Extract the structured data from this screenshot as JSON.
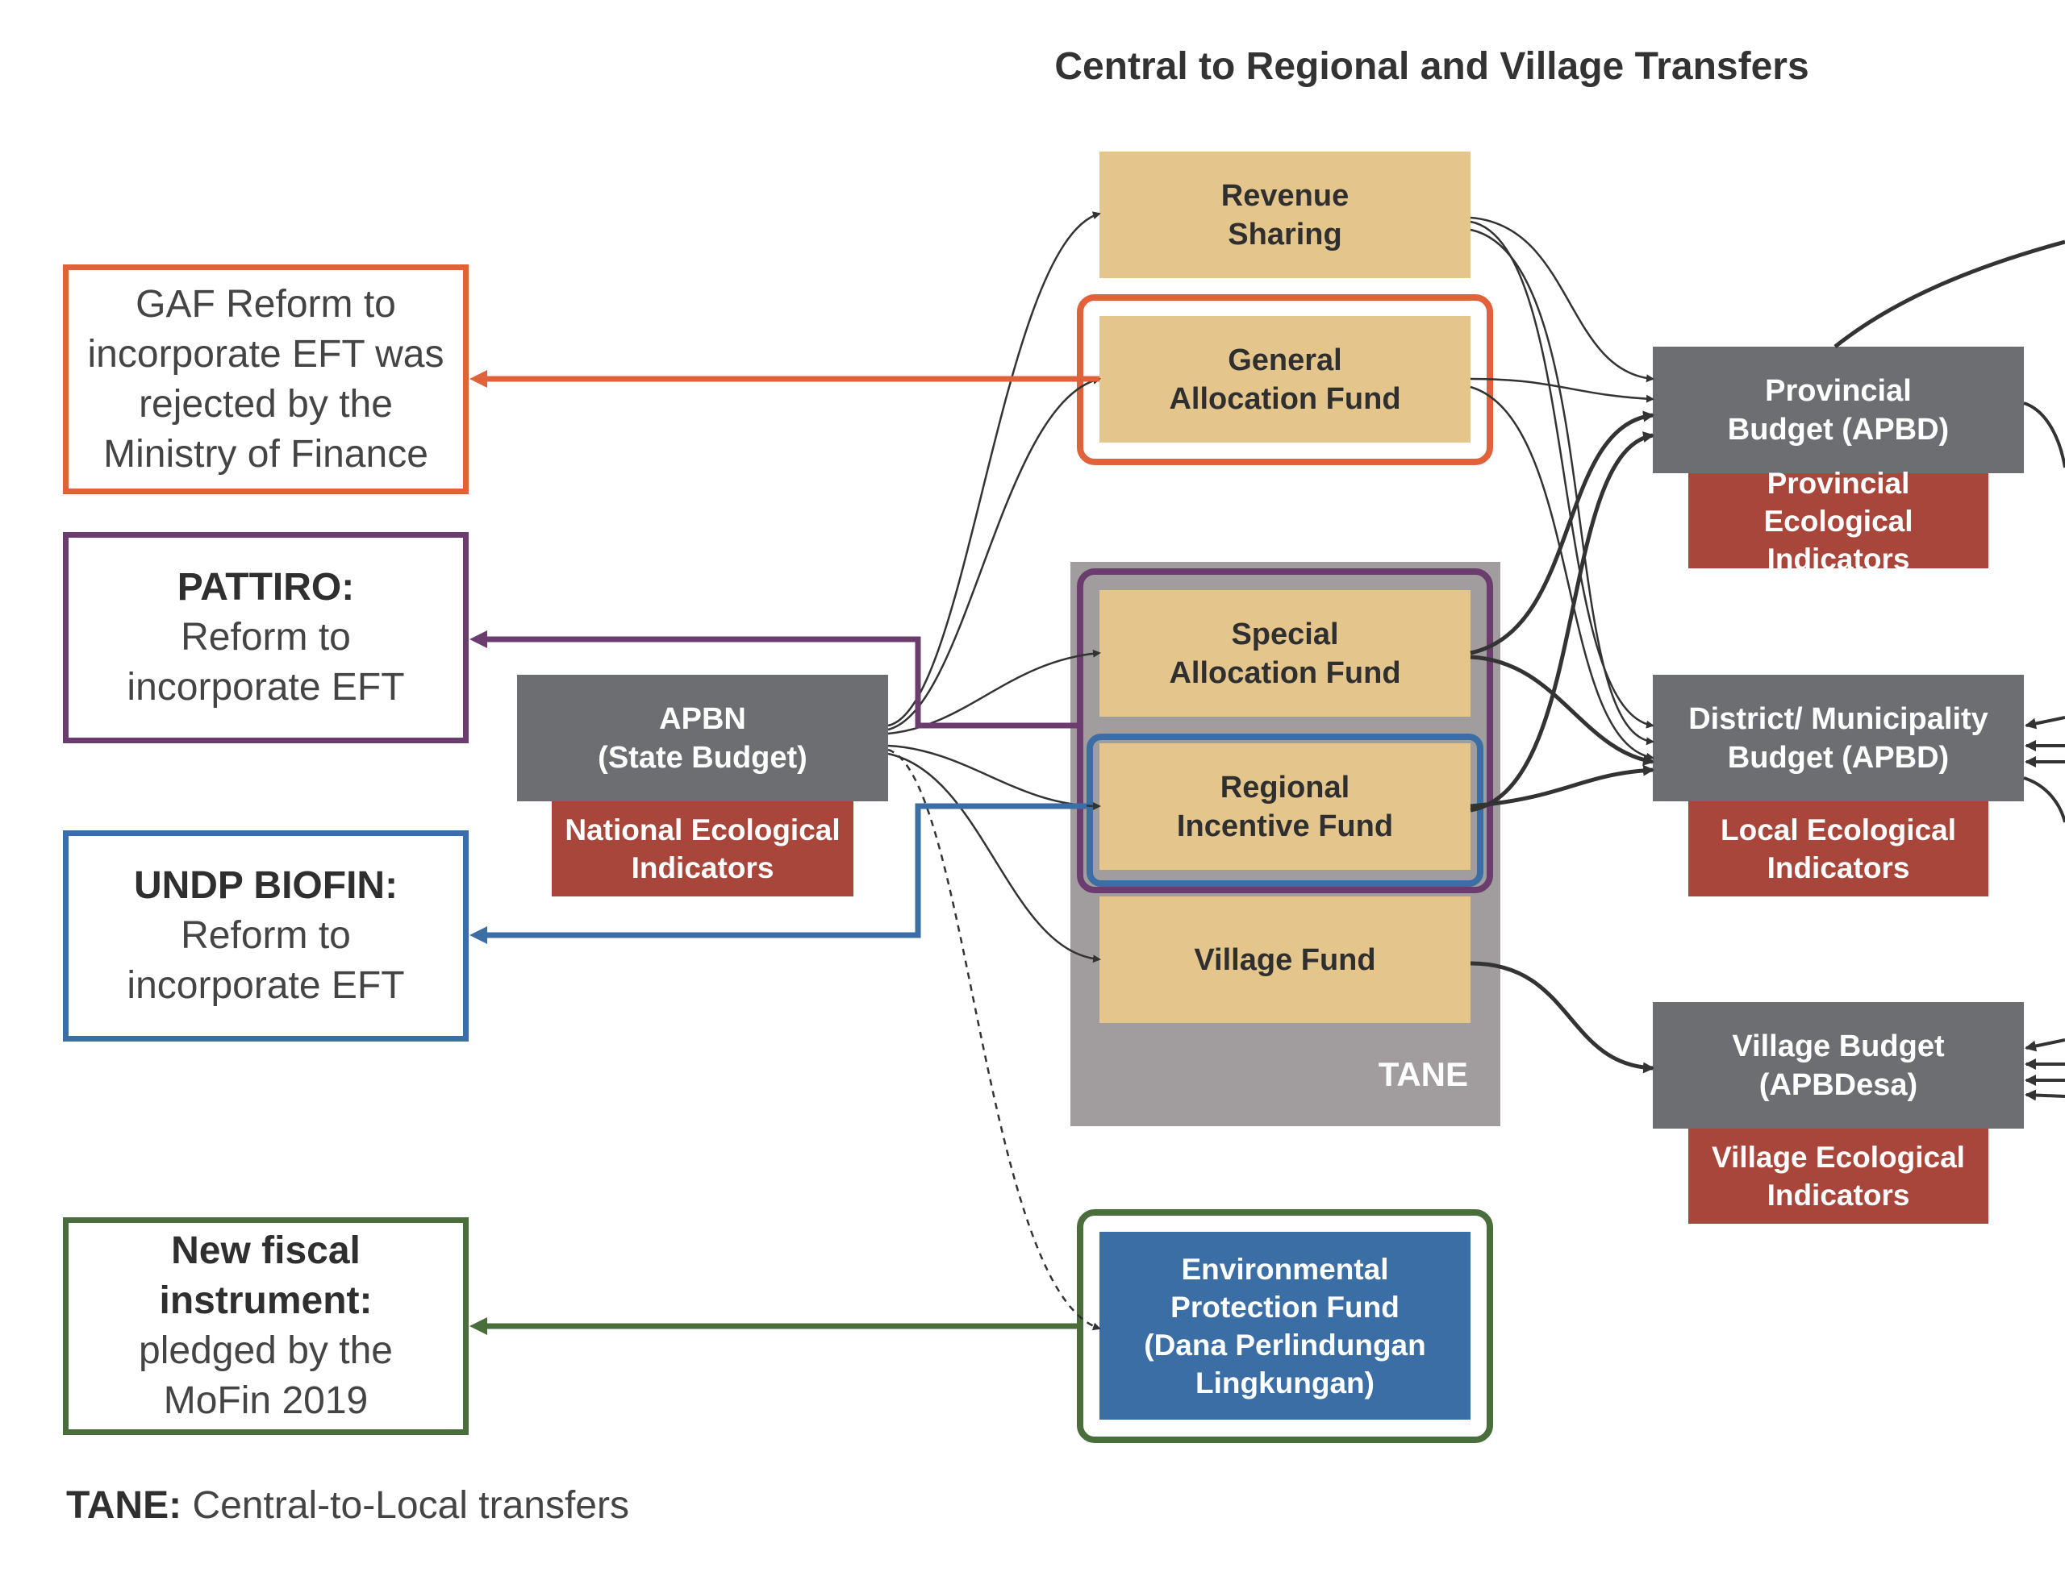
{
  "title": "Central to Regional and Village Transfers",
  "funds": {
    "revenue_sharing": "Revenue\nSharing",
    "general_allocation": "General\nAllocation Fund",
    "special_allocation": "Special\nAllocation Fund",
    "regional_incentive": "Regional\nIncentive Fund",
    "village_fund": "Village Fund",
    "environmental_protection": "Environmental\nProtection Fund\n(Dana Perlindungan\nLingkungan)"
  },
  "tane_label": "TANE",
  "apbn": {
    "name": "APBN\n(State Budget)",
    "indicators": "National Ecological\nIndicators"
  },
  "budgets": {
    "provincial": "Provincial\nBudget (APBD)",
    "provincial_indicators": "Provincial Ecological\nIndicators",
    "district": "District/ Municipality\nBudget (APBD)",
    "district_indicators": "Local Ecological\nIndicators",
    "village": "Village Budget\n(APBDesa)",
    "village_indicators": "Village Ecological\nIndicators"
  },
  "notes": {
    "gaf": "GAF Reform to\nincorporate EFT was\nrejected by the\nMinistry of Finance",
    "pattiro_head": "PATTIRO:",
    "pattiro_body": "Reform to\nincorporate EFT",
    "undp_head": "UNDP BIOFIN:",
    "undp_body": "Reform to\nincorporate EFT",
    "fiscal_head": "New fiscal\ninstrument:",
    "fiscal_body": "pledged by the\nMoFin 2019"
  },
  "legend": {
    "term": "TANE:",
    "definition": "Central-to-Local transfers"
  },
  "colors": {
    "orange": "#e0623a",
    "purple": "#6b3d6e",
    "blue": "#3a6ea5",
    "green": "#4a6d3c",
    "fund": "#e4c68c",
    "budget_gray": "#6d6e71",
    "indicator_red": "#a9463c",
    "tane_gray": "#a19d9f"
  }
}
